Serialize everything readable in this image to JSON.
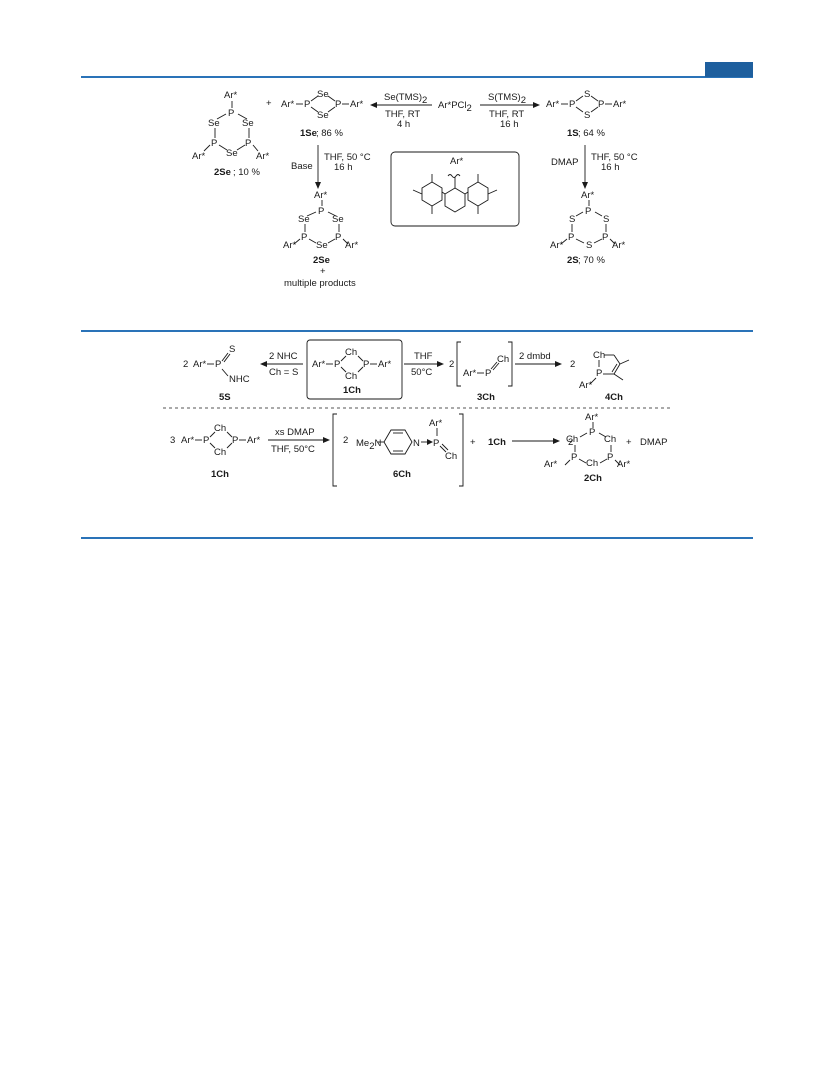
{
  "header": {
    "tab_color": "#1e5f9e",
    "rule_color": "#2a73b8"
  },
  "scheme1": {
    "ring_2se_top": "Ar*",
    "ring_2se_se_left": "Se",
    "ring_2se_se_right": "Se",
    "ring_2se_p": "P",
    "ring_2se_arl": "Ar*",
    "ring_2se_arr": "Ar*",
    "ring_2se_se_bottom": "Se",
    "label_2se_top": "2Se",
    "label_2se_top_yield": "; 10 %",
    "plus": "+",
    "ring_1se_ar_left": "Ar*",
    "ring_1se_ar_right": "Ar*",
    "ring_1se_se": "Se",
    "ring_1se_p": "P",
    "label_1se": "1Se",
    "label_1se_yield": "; 86 %",
    "reagent_se": "Se(TMS)",
    "reagent_sub": "2",
    "cond_se_1": "THF, RT",
    "cond_se_2": "4 h",
    "start_material": "Ar*PCl",
    "start_sub": "2",
    "reagent_s": "S(TMS)",
    "cond_s_1": "THF, RT",
    "cond_s_2": "16 h",
    "ring_1s_s": "S",
    "label_1s": "1S",
    "label_1s_yield": "; 64 %",
    "base_label": "Base",
    "cond_down_1": "THF, 50 °C",
    "cond_down_2": "16 h",
    "box_ar": "Ar*",
    "dmap_label": "DMAP",
    "label_2se_bottom": "2Se",
    "plus_2": "+",
    "multiple_products": "multiple products",
    "label_2s": "2S",
    "label_2s_yield": "; 70 %"
  },
  "scheme2": {
    "coef_2": "2",
    "ar": "Ar*",
    "s": "S",
    "p": "P",
    "nhc": "NHC",
    "label_5s": "5S",
    "reagent_nhc": "2 NHC",
    "cond_ch_s": "Ch = S",
    "ch": "Ch",
    "label_1ch": "1Ch",
    "reagent_thf": "THF",
    "cond_50": "50°C",
    "label_3ch": "3Ch",
    "reagent_dmbd": "2 dmbd",
    "label_4ch": "4Ch",
    "coef_3": "3",
    "reagent_dmap": "xs DMAP",
    "cond_thf50": "THF, 50°C",
    "me2n": "Me",
    "me2n_sub": "2",
    "me2n_tail": "N",
    "n": "N",
    "label_6ch": "6Ch",
    "plus": "+",
    "label_1ch_b": "1Ch",
    "label_2ch": "2Ch",
    "dmap_product": "DMAP"
  }
}
